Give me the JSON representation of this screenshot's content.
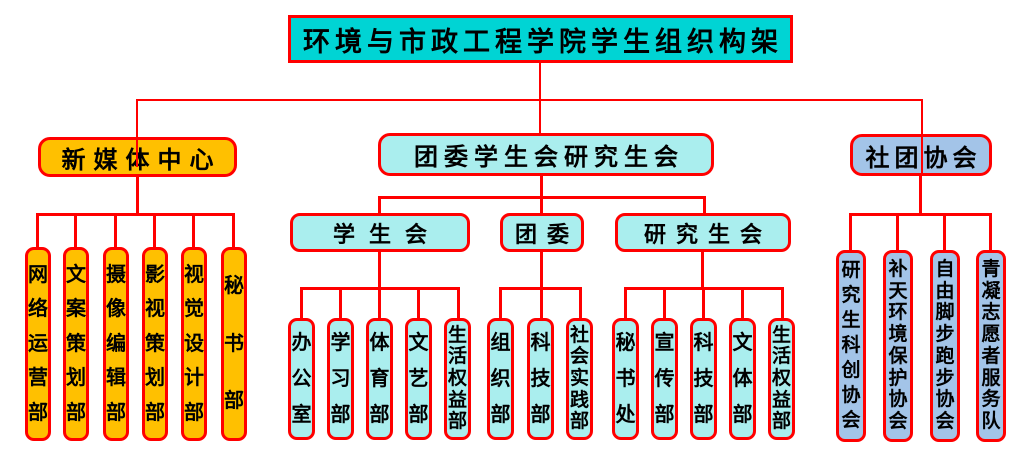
{
  "title": "环境与市政工程学院学生组织构架",
  "tree": {
    "new_media": {
      "label": "新媒体中心",
      "departments": [
        "网络运营部",
        "文案策划部",
        "摄像编辑部",
        "影视策划部",
        "视觉设计部",
        "秘书部"
      ]
    },
    "league": {
      "label": "团委学生会研究生会",
      "student_union": {
        "label": "学生会",
        "departments": [
          "办公室",
          "学习部",
          "体育部",
          "文艺部",
          "生活权益部"
        ]
      },
      "youth_league": {
        "label": "团委",
        "departments": [
          "组织部",
          "科技部",
          "社会实践部"
        ]
      },
      "grad_union": {
        "label": "研究生会",
        "departments": [
          "秘书处",
          "宣传部",
          "科技部",
          "文体部",
          "生活权益部"
        ]
      }
    },
    "associations": {
      "label": "社团协会",
      "departments": [
        "研究生科创协会",
        "补天环境保护协会",
        "自由脚步跑步协会",
        "青凝志愿者服务队"
      ]
    }
  },
  "colors": {
    "line_red": "#FF0000",
    "title_cyan": "#00D4D4",
    "new_media_orange": "#FFC000",
    "league_turquoise": "#AAEEEE",
    "association_blue": "#A3C4E8",
    "text_black": "#000000"
  }
}
